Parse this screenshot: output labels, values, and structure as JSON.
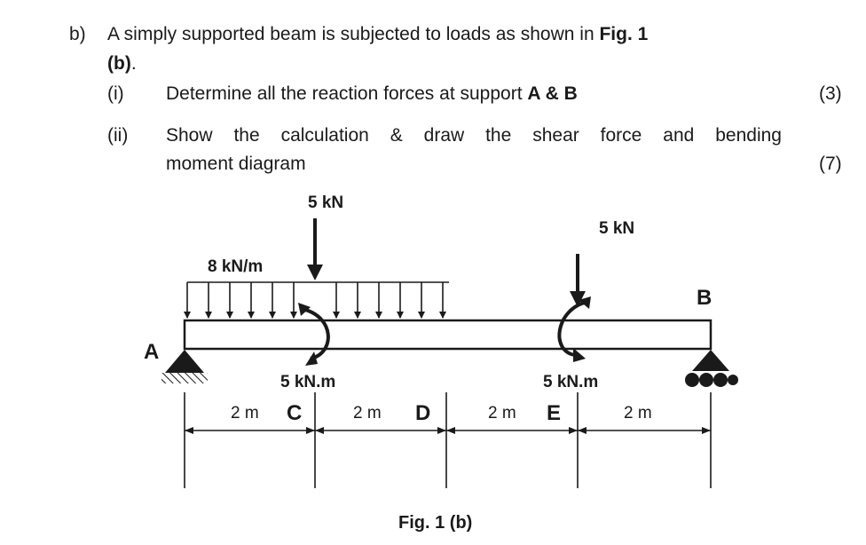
{
  "question": {
    "label": "b)",
    "line1": "A simply supported beam is subjected to loads as shown in",
    "fig_ref_line1": "Fig. 1",
    "fig_ref_line2": "(b)",
    "line2_tail": ".",
    "parts": [
      {
        "num": "(i)",
        "text_pre": "Determine all the reaction forces at support",
        "text_bold": "A & B",
        "marks": "(3)"
      },
      {
        "num": "(ii)",
        "text_line1": "Show the calculation & draw the shear force and bending",
        "text_line2": "moment diagram",
        "marks": "(7)"
      }
    ]
  },
  "figure": {
    "caption": "Fig. 1 (b)",
    "load_point_1": "5 kN",
    "load_point_2": "5 kN",
    "udl": "8 kN/m",
    "moment_1": "5 kN.m",
    "moment_2": "5 kN.m",
    "support_a": "A",
    "support_b": "B",
    "points": [
      "C",
      "D",
      "E"
    ],
    "spans": [
      "2 m",
      "2 m",
      "2 m",
      "2 m"
    ]
  }
}
